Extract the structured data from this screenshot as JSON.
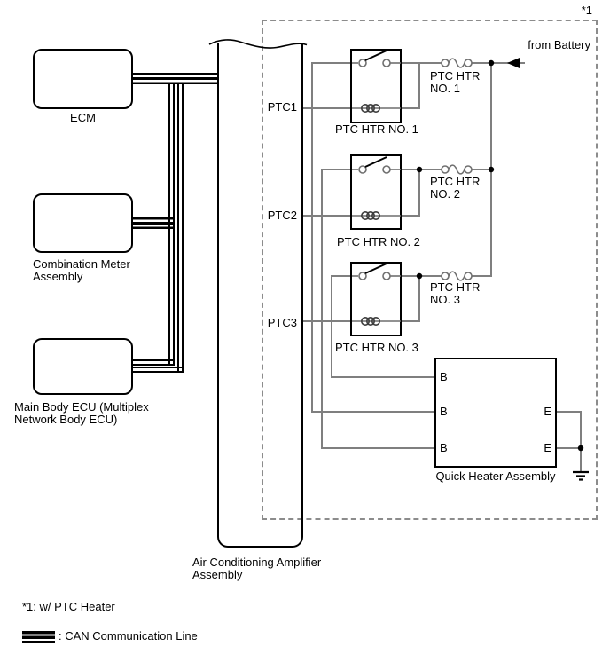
{
  "note_ref": "*1",
  "battery": {
    "label": "from Battery"
  },
  "ecus": [
    {
      "label": "ECM"
    },
    {
      "label": "Combination Meter\nAssembly"
    },
    {
      "label": "Main Body ECU (Multiplex\nNetwork Body ECU)"
    }
  ],
  "amplifier": {
    "label": "Air Conditioning Amplifier\nAssembly",
    "pins": [
      {
        "label": "PTC1"
      },
      {
        "label": "PTC2"
      },
      {
        "label": "PTC3"
      }
    ]
  },
  "relays": [
    {
      "label": "PTC HTR NO. 1",
      "fuse_label": "PTC HTR\nNO. 1"
    },
    {
      "label": "PTC HTR NO. 2",
      "fuse_label": "PTC HTR\nNO. 2"
    },
    {
      "label": "PTC HTR NO. 3",
      "fuse_label": "PTC HTR\nNO. 3"
    }
  ],
  "quick_heater": {
    "label": "Quick Heater Assembly",
    "b_pins": [
      "B",
      "B",
      "B"
    ],
    "e_pins": [
      "E",
      "E"
    ]
  },
  "footnotes": {
    "ptc": "*1: w/ PTC Heater",
    "can": ": CAN Communication Line"
  },
  "colors": {
    "wire": "#7f7f7f",
    "line": "#000000",
    "dashed": "#8c8c8c"
  }
}
